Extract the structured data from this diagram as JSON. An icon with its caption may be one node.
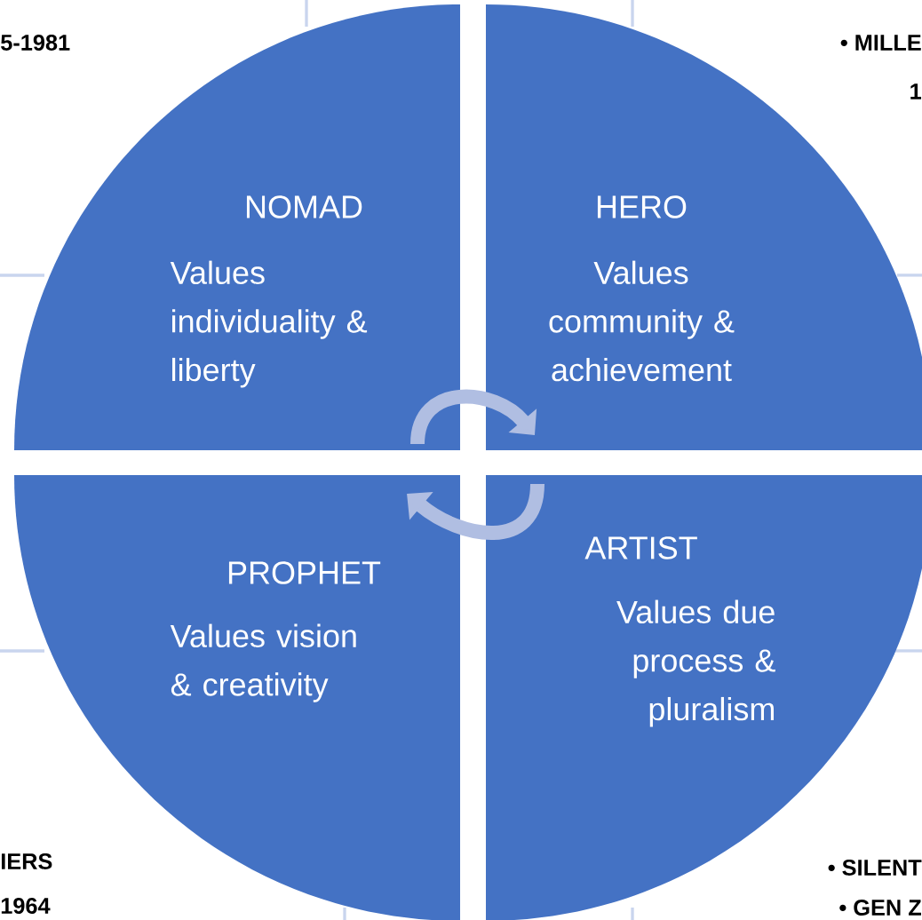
{
  "diagram": {
    "nodes": [
      {
        "text": [
          "NOMAD",
          "Values individuality & liberty"
        ]
      },
      {
        "text": [
          "HERO",
          "Values community & achievement"
        ]
      },
      {
        "text": [
          "PROPHET",
          "Values vision & creativity"
        ]
      },
      {
        "text": [
          "ARTIST",
          "Values due process & pluralism"
        ]
      }
    ],
    "edges": [
      {
        "from": 0,
        "to": 1,
        "arrow": "to"
      },
      {
        "from": 3,
        "to": 2,
        "arrow": "to"
      }
    ],
    "labels": [
      "5-1981",
      "• MILLE",
      "1",
      "IERS",
      "1964",
      "• SILENT",
      "• GEN Z"
    ]
  }
}
